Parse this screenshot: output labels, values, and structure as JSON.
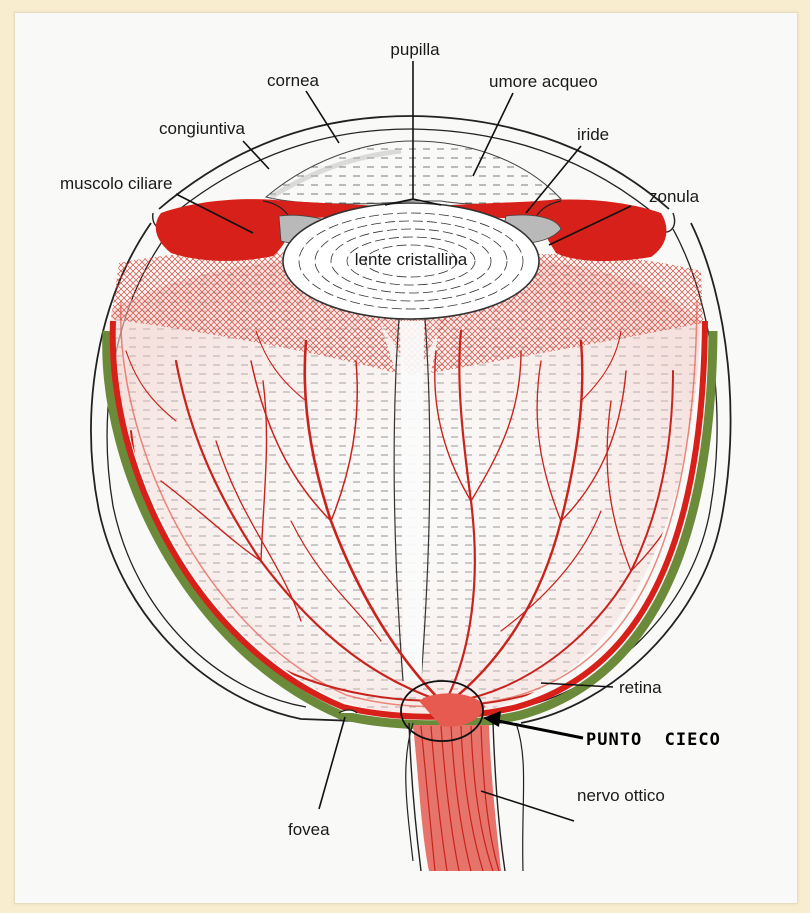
{
  "colors": {
    "background": "#f8edcf",
    "panel": "#f9f9f7",
    "sclera_red": "#d8201a",
    "choroid_green": "#6b8a3a",
    "vessel_red": "#c8231c",
    "ink": "#111111"
  },
  "labels": {
    "pupilla": "pupilla",
    "cornea": "cornea",
    "umore_acqueo": "umore acqueo",
    "congiuntiva": "congiuntiva",
    "iride": "iride",
    "muscolo_ciliare": "muscolo ciliare",
    "zonula": "zonula",
    "lente_cristallina": "lente cristallina",
    "retina": "retina",
    "punto_cieco": "PUNTO  CIECO",
    "nervo_ottico": "nervo ottico",
    "fovea": "fovea"
  }
}
